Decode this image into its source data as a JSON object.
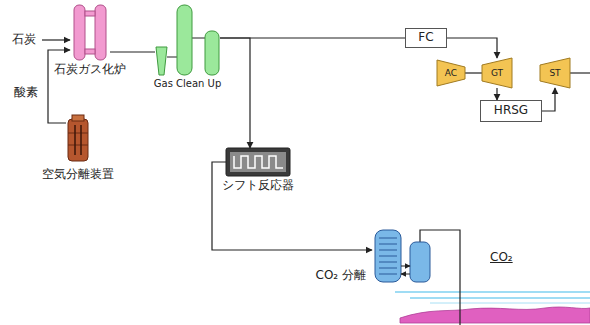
{
  "diagram": {
    "nodes": [
      {
        "text": [
          "石炭ガス化炉"
        ]
      },
      {
        "text": [
          "Gas Clean Up"
        ]
      },
      {
        "text": [
          "FC"
        ]
      },
      {
        "text": [
          "AC"
        ]
      },
      {
        "text": [
          "GT"
        ]
      },
      {
        "text": [
          "ST"
        ]
      },
      {
        "text": [
          "HRSG"
        ]
      },
      {
        "text": [
          "空気分離装置"
        ]
      },
      {
        "text": [
          "シフト反応器"
        ]
      },
      {
        "text": [
          "CO₂ 分離"
        ]
      }
    ],
    "edges": [
      {
        "from": 0,
        "to": 1,
        "arrow": "none"
      },
      {
        "from": 1,
        "to": 2,
        "arrow": "none"
      },
      {
        "from": 2,
        "to": 4,
        "arrow": "to"
      },
      {
        "from": 1,
        "to": 8,
        "arrow": "to"
      },
      {
        "from": 8,
        "to": 9,
        "arrow": "to"
      },
      {
        "from": 7,
        "to": 0,
        "arrow": "to"
      },
      {
        "from": 3,
        "to": 4,
        "arrow": "none"
      },
      {
        "from": 4,
        "to": 6,
        "arrow": "to"
      },
      {
        "from": 6,
        "to": 5,
        "arrow": "to"
      }
    ],
    "labels": [
      "石炭",
      "酸素",
      "CO₂"
    ]
  }
}
